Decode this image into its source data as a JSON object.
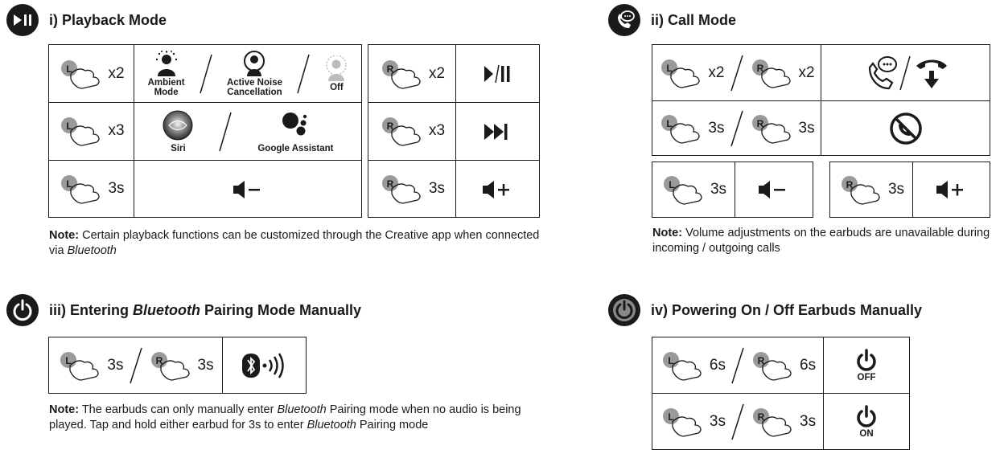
{
  "sections": {
    "playback": {
      "title": "i) Playback Mode",
      "icon": "play-pause-icon",
      "left_rows": [
        {
          "bud": "L",
          "gesture": "x2"
        },
        {
          "bud": "L",
          "gesture": "x3"
        },
        {
          "bud": "L",
          "gesture": "3s"
        }
      ],
      "modes": [
        {
          "label": "Ambient\nMode",
          "icon": "ambient-mode-icon"
        },
        {
          "label": "Active Noise\nCancellation",
          "icon": "anc-icon"
        },
        {
          "label": "Off",
          "icon": "off-mode-icon"
        }
      ],
      "assistants": [
        {
          "label": "Siri",
          "icon": "siri-icon"
        },
        {
          "label": "Google Assistant",
          "icon": "google-assistant-icon"
        }
      ],
      "volume_down_icon": "volume-down-icon",
      "right_rows": [
        {
          "bud": "R",
          "gesture": "x2",
          "action_icon": "play-pause-icon"
        },
        {
          "bud": "R",
          "gesture": "x3",
          "action_icon": "next-track-icon"
        },
        {
          "bud": "R",
          "gesture": "3s",
          "action_icon": "volume-up-icon"
        }
      ],
      "note_label": "Note:",
      "note_text": " Certain playback functions can be customized through the Creative app when connected via ",
      "note_italic": "Bluetooth"
    },
    "call": {
      "title": "ii) Call Mode",
      "icon": "call-icon",
      "rows": [
        {
          "left": {
            "bud": "L",
            "gesture": "x2"
          },
          "right": {
            "bud": "R",
            "gesture": "x2"
          },
          "action": "answer-end-call-icon"
        },
        {
          "left": {
            "bud": "L",
            "gesture": "3s"
          },
          "right": {
            "bud": "R",
            "gesture": "3s"
          },
          "action": "reject-call-icon"
        }
      ],
      "vol_down": {
        "bud": "L",
        "gesture": "3s",
        "icon": "volume-down-icon"
      },
      "vol_up": {
        "bud": "R",
        "gesture": "3s",
        "icon": "volume-up-icon"
      },
      "note_label": "Note:",
      "note_text": " Volume adjustments on the earbuds are unavailable during incoming / outgoing calls"
    },
    "pairing": {
      "title_pre": "iii) Entering ",
      "title_italic": "Bluetooth",
      "title_post": " Pairing Mode Manually",
      "icon": "power-icon",
      "left": {
        "bud": "L",
        "gesture": "3s"
      },
      "right": {
        "bud": "R",
        "gesture": "3s"
      },
      "action": "bluetooth-pairing-icon",
      "note_label": "Note:",
      "note_part1": " The earbuds can only manually enter ",
      "note_italic1": "Bluetooth",
      "note_part2": " Pairing mode when no audio is being played. Tap and hold either earbud for 3s to enter ",
      "note_italic2": "Bluetooth",
      "note_part3": " Pairing mode"
    },
    "power": {
      "title": "iv) Powering On / Off Earbuds Manually",
      "icon": "power-icon",
      "rows": [
        {
          "left": {
            "bud": "L",
            "gesture": "6s"
          },
          "right": {
            "bud": "R",
            "gesture": "6s"
          },
          "label": "OFF"
        },
        {
          "left": {
            "bud": "L",
            "gesture": "3s"
          },
          "right": {
            "bud": "R",
            "gesture": "3s"
          },
          "label": "ON"
        }
      ]
    }
  },
  "colors": {
    "ink": "#1a1a1a",
    "bud_grey": "#9a9a9a",
    "light_grey": "#bcbcbc"
  }
}
